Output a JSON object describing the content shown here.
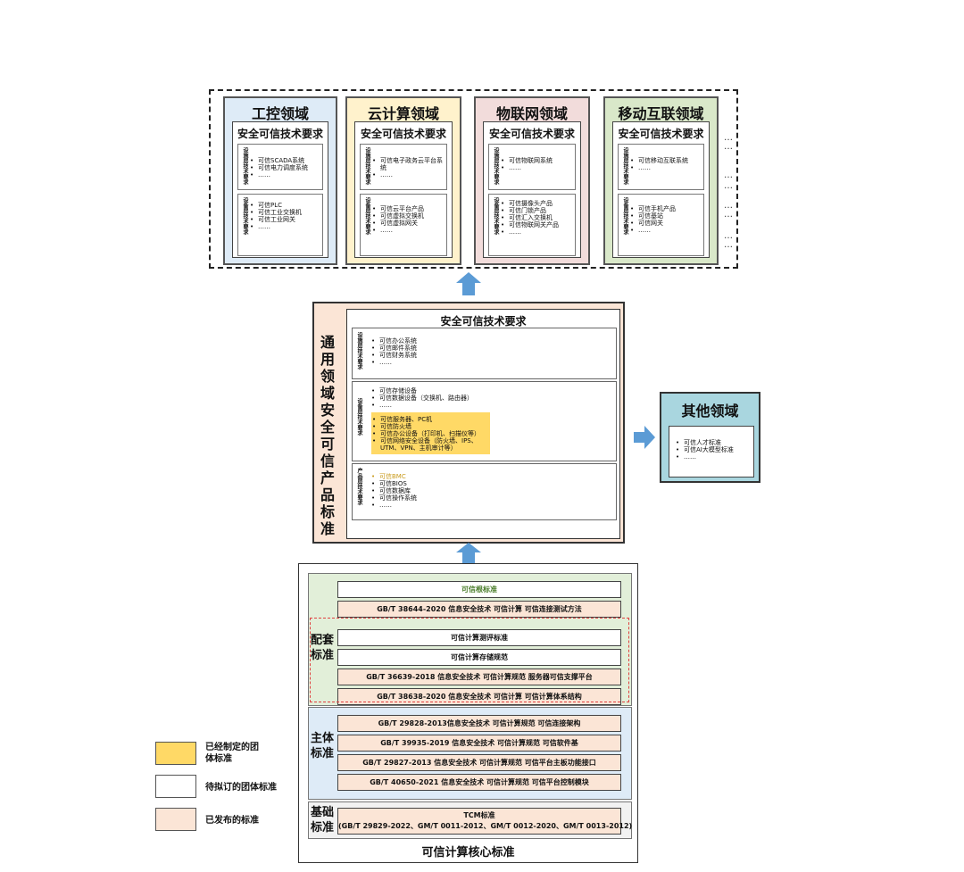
{
  "domains": [
    {
      "title": "工控领域",
      "req_title": "安全可信技术要求",
      "layer1_label": "设施层技术要求",
      "layer1_items": [
        "可信SCADA系统",
        "可信电力调度系统",
        "……"
      ],
      "layer2_label": "设备层技术要求",
      "layer2_items": [
        "可信PLC",
        "可信工业交换机",
        "可信工业网关",
        "……"
      ]
    },
    {
      "title": "云计算领域",
      "req_title": "安全可信技术要求",
      "layer1_label": "设施层技术要求",
      "layer1_items": [
        "可信电子政务云平台系统",
        "……"
      ],
      "layer2_label": "设备层技术要求",
      "layer2_items": [
        "可信云平台产品",
        "可信虚拟交换机",
        "可信虚拟网关",
        "……"
      ]
    },
    {
      "title": "物联网领域",
      "req_title": "安全可信技术要求",
      "layer1_label": "设施层技术要求",
      "layer1_items": [
        "可信物联网系统",
        "……"
      ],
      "layer2_label": "设备层技术要求",
      "layer2_items": [
        "可信摄像头产品",
        "可信门锁产品",
        "可信汇入交换机",
        "可信物联网关产品",
        "……"
      ]
    },
    {
      "title": "移动互联领域",
      "req_title": "安全可信技术要求",
      "layer1_label": "设施层技术要求",
      "layer1_items": [
        "可信移动互联系统",
        "……"
      ],
      "layer2_label": "设备层技术要求",
      "layer2_items": [
        "可信手机产品",
        "可信基站",
        "可信网关",
        "……"
      ]
    }
  ],
  "domains_more": "…",
  "general": {
    "vertical_title": "通用领域安全可信产品标准",
    "req_title": "安全可信技术要求",
    "facility_label": "设施层技术要求",
    "facility_items": [
      "可信办公系统",
      "可信邮件系统",
      "可信财务系统",
      "……"
    ],
    "device_label": "设备层技术要求",
    "device_items": [
      "可信存储设备",
      "可信数据设备（交换机、路由器）",
      "……"
    ],
    "device_highlight_items": [
      "可信服务器、PC机",
      "可信防火墙",
      "可信办公设备（打印机、扫描仪等）",
      "可信网络安全设备（防火墙、IPS、UTM、VPN、主机审计等）"
    ],
    "product_label": "产品层技术要求",
    "product_first_item": "可信BMC",
    "product_items": [
      "可信BIOS",
      "可信数据库",
      "可信操作系统",
      "……"
    ]
  },
  "other": {
    "title": "其他领域",
    "items": [
      "可信人才标准",
      "可信AI大模型标准",
      "……"
    ]
  },
  "core": {
    "title": "可信计算核心标准",
    "support_label": "配套标准",
    "main_label": "主体标准",
    "base_label": "基础标准",
    "support_standards": [
      "可信根标准",
      "GB/T 38644-2020 信息安全技术 可信计算 可信连接测试方法",
      "可信计算测评标准",
      "可信计算存储规范",
      "GB/T 36639-2018 信息安全技术 可信计算规范 服务器可信支撑平台",
      "GB/T 38638-2020 信息安全技术 可信计算 可信计算体系结构"
    ],
    "main_standards": [
      "GB/T 29828-2013信息安全技术 可信计算规范 可信连接架构",
      "GB/T 39935-2019 信息安全技术 可信计算规范 可信软件基",
      "GB/T 29827-2013 信息安全技术 可信计算规范 可信平台主板功能接口",
      "GB/T 40650-2021 信息安全技术 可信计算规范 可信平台控制模块"
    ],
    "base_line1": "TCM标准",
    "base_line2": "(GB/T 29829-2022、GM/T 0011-2012、GM/T 0012-2020、GM/T 0013-2012)"
  },
  "legend": [
    {
      "label": "已经制定的团体标准",
      "color": "#ffd966"
    },
    {
      "label": "待拟订的团体标准",
      "color": "#ffffff"
    },
    {
      "label": "已发布的标准",
      "color": "#fbe5d6"
    }
  ],
  "colors": {
    "ics": "#deebf7",
    "cloud": "#fff2cc",
    "iot": "#f2dcdb",
    "mobile": "#d9e8c9",
    "general": "#fbe5d6",
    "other": "#a9d6df",
    "arrow": "#5b9bd5",
    "support_band": "#e2efd9",
    "main_band": "#deebf7",
    "base_band": "#f2f2f2"
  }
}
